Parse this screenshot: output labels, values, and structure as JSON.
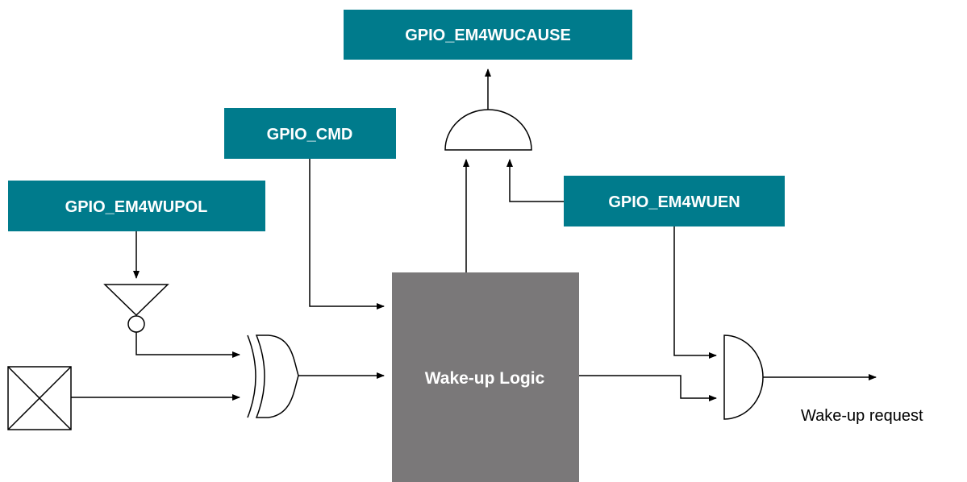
{
  "registers": {
    "em4wucause": "GPIO_EM4WUCAUSE",
    "cmd": "GPIO_CMD",
    "em4wupol": "GPIO_EM4WUPOL",
    "em4wuen": "GPIO_EM4WUEN"
  },
  "logic_block": "Wake-up Logic",
  "output_label": "Wake-up request",
  "colors": {
    "register_fill": "#007b8c",
    "logic_fill": "#7a7879",
    "wire": "#000000"
  }
}
